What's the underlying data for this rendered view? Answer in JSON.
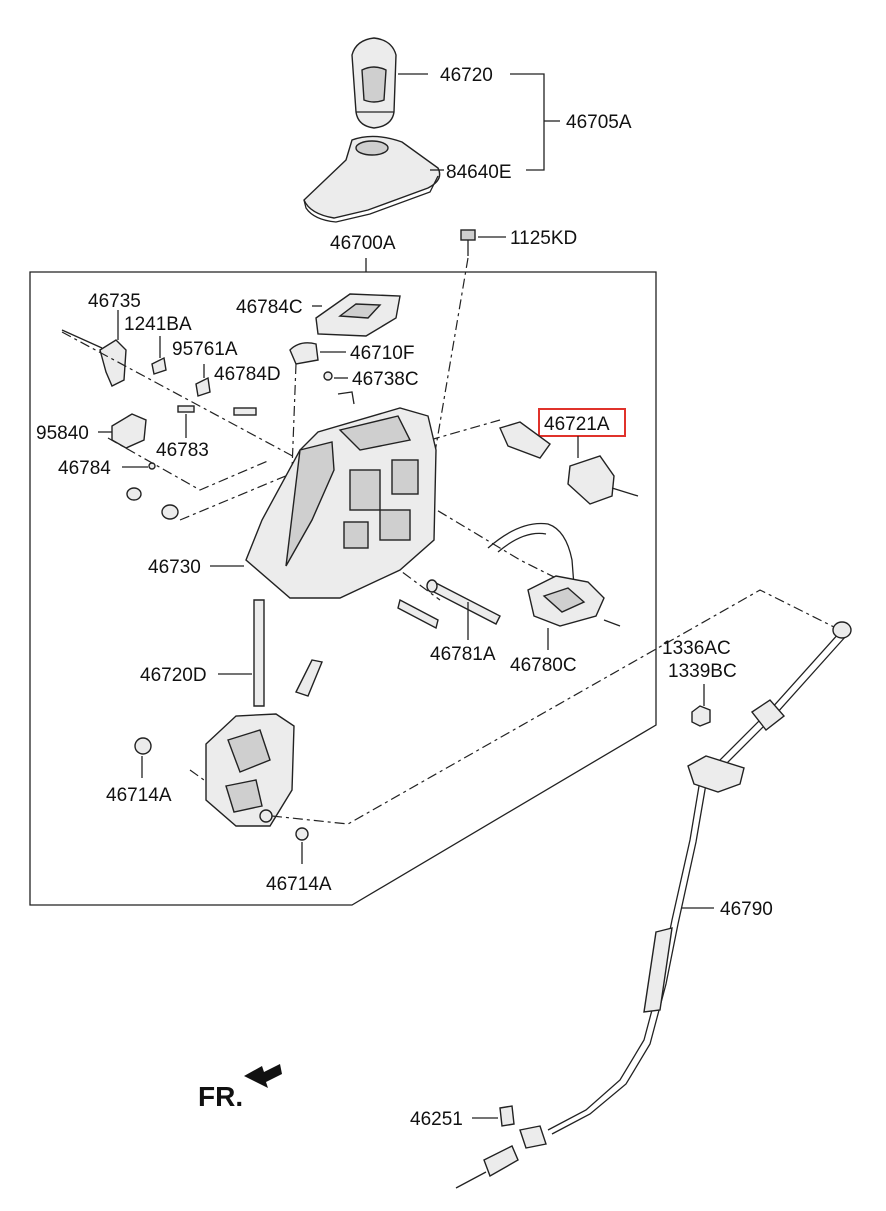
{
  "labels": {
    "l46720": "46720",
    "l46705A": "46705A",
    "l84640E": "84640E",
    "l46700A": "46700A",
    "l1125KD": "1125KD",
    "l46735": "46735",
    "l1241BA": "1241BA",
    "l46784C": "46784C",
    "l95761A": "95761A",
    "l46710F": "46710F",
    "l46784D": "46784D",
    "l46738C": "46738C",
    "l95840": "95840",
    "l46783": "46783",
    "l46721A": "46721A",
    "l46784": "46784",
    "l46730": "46730",
    "l46781A": "46781A",
    "l46780C": "46780C",
    "l46720D": "46720D",
    "l1336AC": "1336AC",
    "l1339BC": "1339BC",
    "l46714A_1": "46714A",
    "l46714A_2": "46714A",
    "l46790": "46790",
    "l46251": "46251",
    "fr": "FR."
  },
  "highlight_color": "#e0322b"
}
